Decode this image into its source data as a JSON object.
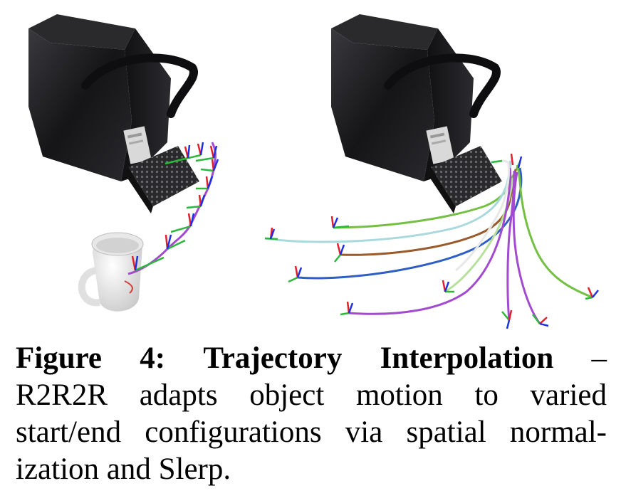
{
  "figure": {
    "panels": [
      "single-demonstration-trajectory",
      "interpolated-trajectories"
    ]
  },
  "caption": {
    "label": "Figure 4:",
    "title": "Trajectory Interpolation",
    "dash": "–",
    "line2": "R2R2R adapts object motion to varied",
    "line3": "start/end configurations via spatial normal-",
    "line4": "ization and Slerp."
  },
  "colors": {
    "machine": "#1c1c1e",
    "trajectory_purple": "#a24bd0",
    "trajectory_green": "#74c044",
    "trajectory_lightblue": "#a9d9dc",
    "trajectory_brown": "#9a5a2c",
    "trajectory_blue": "#2f5fc4",
    "frame_red": "#e0202a",
    "frame_green": "#2cb83a",
    "frame_blue": "#2030e0"
  }
}
